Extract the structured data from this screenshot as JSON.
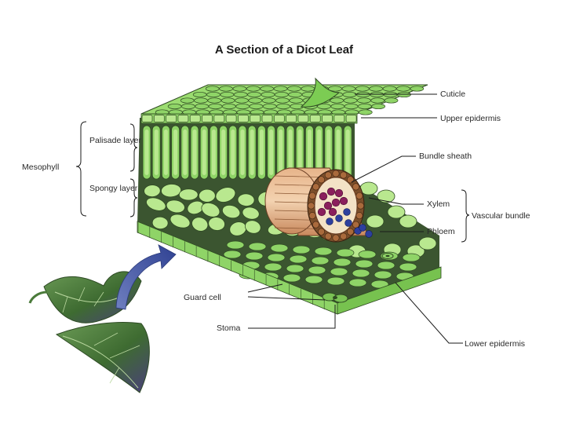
{
  "title": "A Section of a Dicot Leaf",
  "labels": {
    "cuticle": "Cuticle",
    "upper_epidermis": "Upper epidermis",
    "palisade_layer": "Palisade layer",
    "spongy_layer": "Spongy layer",
    "mesophyll": "Mesophyll",
    "bundle_sheath": "Bundle sheath",
    "xylem": "Xylem",
    "phloem": "Phloem",
    "vascular_bundle": "Vascular bundle",
    "guard_cell": "Guard cell",
    "stoma": "Stoma",
    "lower_epidermis": "Lower epidermis"
  },
  "colors": {
    "cell_green": "#8fd467",
    "cell_light": "#b9e88f",
    "cell_outline": "#2f4a22",
    "interior_dark": "#3b5530",
    "xylem_purple": "#8a1f5c",
    "phloem_blue": "#2d3f9e",
    "arrow_blue": "#3b4f9a",
    "leaf_green": "#4a7a3a"
  }
}
